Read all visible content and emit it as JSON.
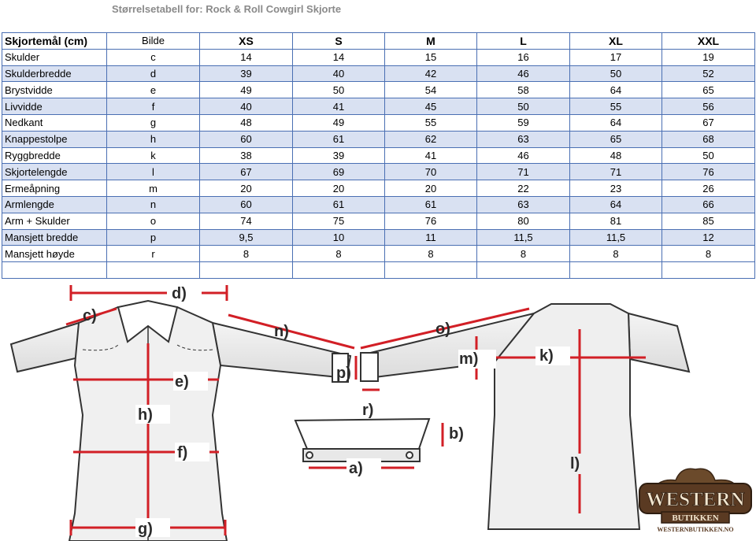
{
  "title": "Størrelsetabell for: Rock & Roll Cowgirl Skjorte",
  "table": {
    "headers": [
      "Skjortemål (cm)",
      "Bilde",
      "XS",
      "S",
      "M",
      "L",
      "XL",
      "XXL"
    ],
    "rows": [
      [
        "Skulder",
        "c",
        "14",
        "14",
        "15",
        "16",
        "17",
        "19"
      ],
      [
        "Skulderbredde",
        "d",
        "39",
        "40",
        "42",
        "46",
        "50",
        "52"
      ],
      [
        "Brystvidde",
        "e",
        "49",
        "50",
        "54",
        "58",
        "64",
        "65"
      ],
      [
        "Livvidde",
        "f",
        "40",
        "41",
        "45",
        "50",
        "55",
        "56"
      ],
      [
        "Nedkant",
        "g",
        "48",
        "49",
        "55",
        "59",
        "64",
        "67"
      ],
      [
        "Knappestolpe",
        "h",
        "60",
        "61",
        "62",
        "63",
        "65",
        "68"
      ],
      [
        "Ryggbredde",
        "k",
        "38",
        "39",
        "41",
        "46",
        "48",
        "50"
      ],
      [
        "Skjortelengde",
        "l",
        "67",
        "69",
        "70",
        "71",
        "71",
        "76"
      ],
      [
        "Ermeåpning",
        "m",
        "20",
        "20",
        "20",
        "22",
        "23",
        "26"
      ],
      [
        "Armlengde",
        "n",
        "60",
        "61",
        "61",
        "63",
        "64",
        "66"
      ],
      [
        "Arm + Skulder",
        "o",
        "74",
        "75",
        "76",
        "80",
        "81",
        "85"
      ],
      [
        "Mansjett bredde",
        "p",
        "9,5",
        "10",
        "11",
        "11,5",
        "11,5",
        "12"
      ],
      [
        "Mansjett høyde",
        "r",
        "8",
        "8",
        "8",
        "8",
        "8",
        "8"
      ],
      [
        "",
        "",
        "",
        "",
        "",
        "",
        "",
        ""
      ]
    ]
  },
  "diagram": {
    "labels": {
      "d": "d)",
      "c": "c)",
      "n": "n)",
      "o": "o)",
      "e": "e)",
      "m": "m)",
      "k": "k)",
      "h": "h)",
      "p": "p)",
      "r": "r)",
      "b": "b)",
      "f": "f)",
      "a": "a)",
      "l": "l)",
      "g": "g)"
    }
  },
  "logo": {
    "line1": "WESTERN",
    "line2": "BUTIKKEN",
    "url": "WESTERNBUTIKKEN.NO"
  },
  "colors": {
    "grid": "#4a6fb3",
    "shade": "#d9e1f2",
    "measure": "#d21f26",
    "title": "#8a8a8a"
  }
}
